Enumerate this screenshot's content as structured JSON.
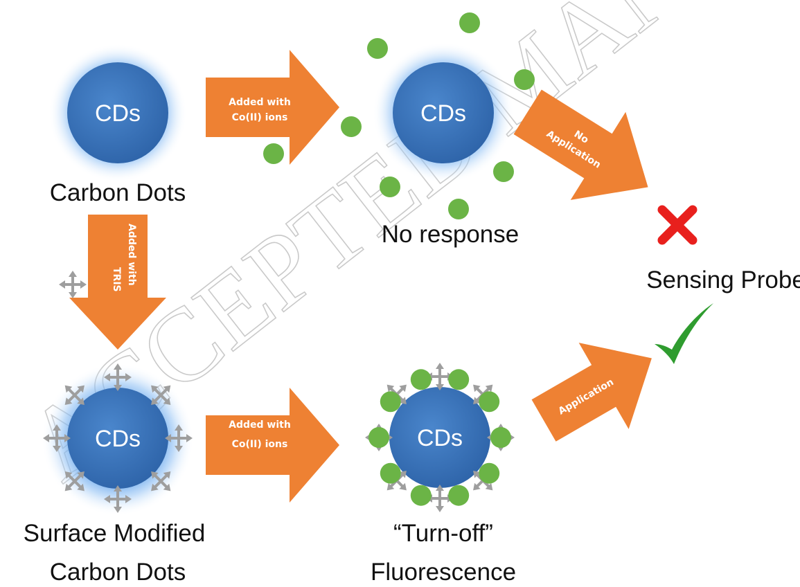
{
  "colors": {
    "cd_fill": "#3c78c0",
    "cd_glow": "#5ea0ea",
    "arrow": "#ee8133",
    "green_dot": "#6bb446",
    "ligand": "#9e9e9e",
    "cross": "#e8201d",
    "check": "#2f9c2f"
  },
  "watermark": "ACCEPTED MANUSCRIPT",
  "cd_label": "CDs",
  "captions": {
    "carbon_dots": "Carbon Dots",
    "no_response": "No response",
    "sensing_probe": "Sensing Probe",
    "surface_modified_1": "Surface Modified",
    "surface_modified_2": "Carbon Dots",
    "turn_off_1": "“Turn-off”",
    "turn_off_2": "Fluorescence"
  },
  "arrows": {
    "top_1": "Added with",
    "top_2": "Co(II) ions",
    "down_1": "Added with",
    "down_2": "TRIS",
    "bottom_1": "Added with",
    "bottom_2": "Co(II) ions",
    "no_app_1": "No",
    "no_app_2": "Application",
    "app": "Application"
  },
  "icons": {
    "cross": "cross-mark-icon",
    "check": "check-mark-icon",
    "ligand": "four-way-arrow-icon"
  }
}
